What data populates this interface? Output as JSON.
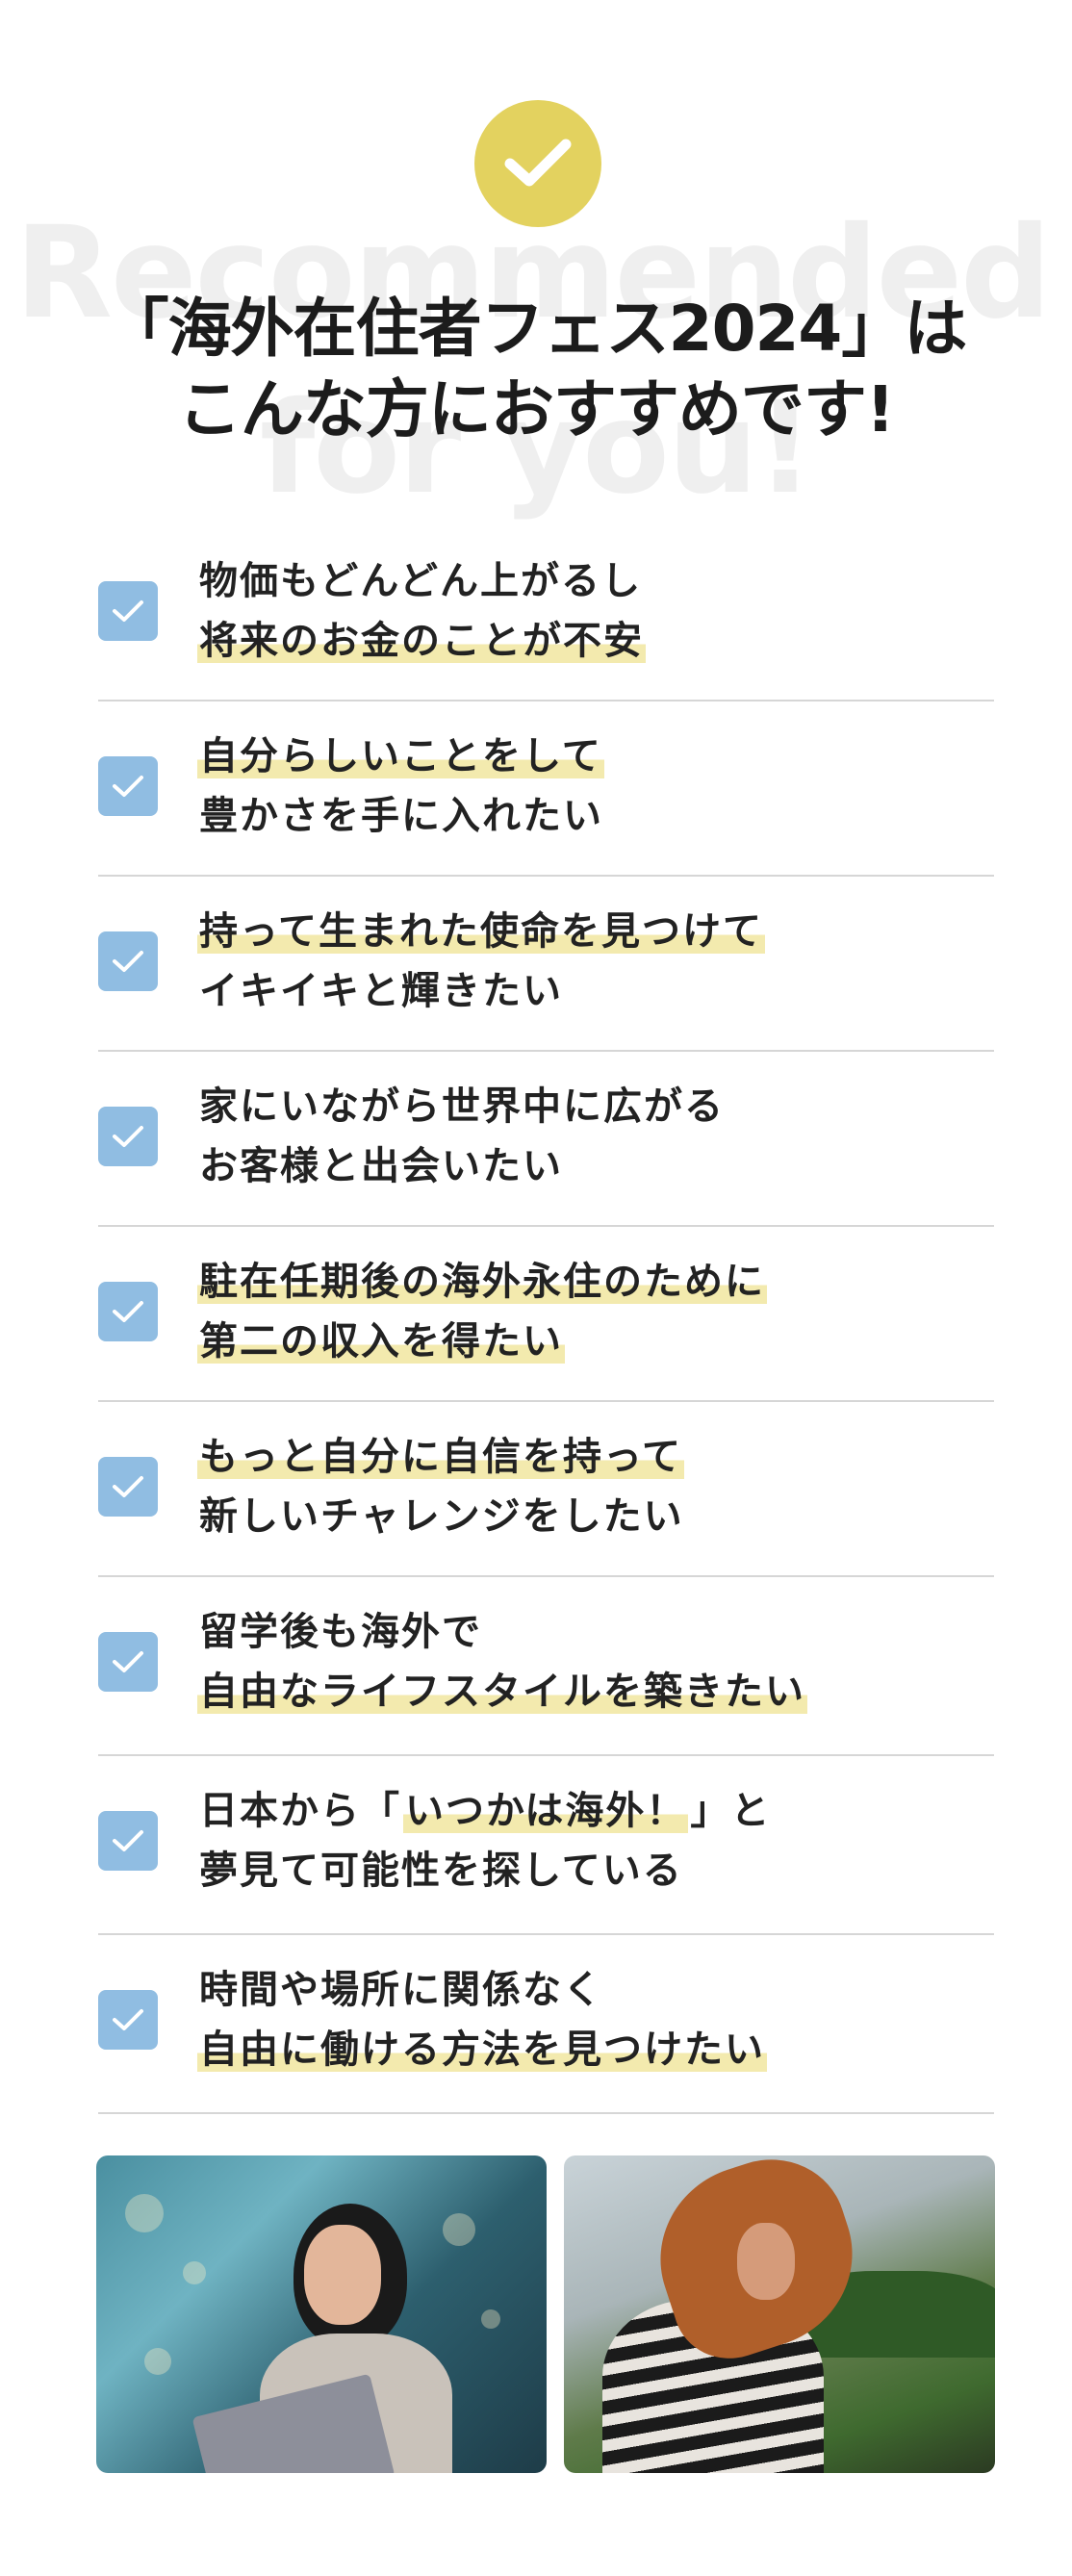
{
  "hero": {
    "bg_line1": "Recommended",
    "bg_line2": "for you!",
    "headline_line1": "「海外在住者フェス2024」は",
    "headline_line2": "こんな方におすすめです!"
  },
  "items": [
    {
      "line1": "物価もどんどん上がるし",
      "line2": "将来のお金のことが不安"
    },
    {
      "line1": "自分らしいことをして",
      "line2": "豊かさを手に入れたい"
    },
    {
      "line1": "持って生まれた使命を見つけて",
      "line2": "イキイキと輝きたい"
    },
    {
      "line1": "家にいながら世界中に広がる",
      "line2": "お客様と出会いたい"
    },
    {
      "line1": "駐在任期後の海外永住のために",
      "line2": "第二の収入を得たい"
    },
    {
      "line1": "もっと自分に自信を持って",
      "line2": "新しいチャレンジをしたい"
    },
    {
      "line1": "留学後も海外で",
      "line2": "自由なライフスタイルを築きたい"
    },
    {
      "line1a": "日本から「",
      "line1b": "いつかは海外！",
      "line1c": "」と",
      "line2": "夢見て可能性を探している"
    },
    {
      "line1": "時間や場所に関係なく",
      "line2": "自由に働ける方法を見つけたい"
    }
  ],
  "colors": {
    "badge": "#e3d25f",
    "checkbox": "#90bde2",
    "highlight": "#f3eaae",
    "divider": "#d6d6d6"
  },
  "icons": {
    "badge": "check-icon",
    "checkbox": "checkbox-checked-icon"
  }
}
